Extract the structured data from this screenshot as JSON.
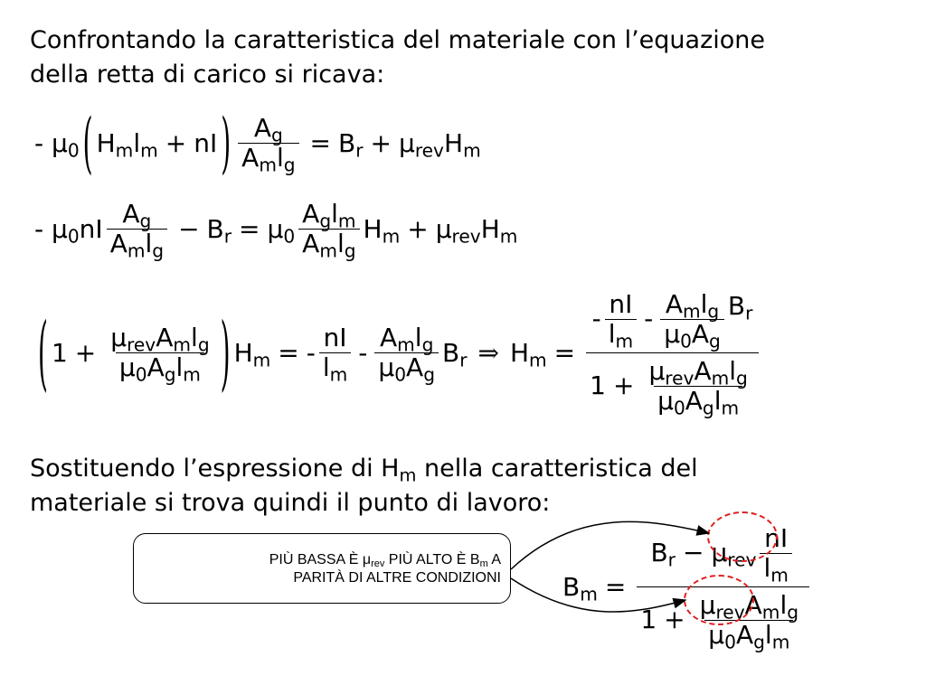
{
  "intro": {
    "line1": "Confrontando la caratteristica del materiale con l’equazione",
    "line2": "della retta di carico si ricava:"
  },
  "symbols": {
    "mu0": "μ0",
    "mu_rev": "μrev",
    "nI": "nI",
    "Hm": "Hm",
    "lm": "lm",
    "Ag": "Ag",
    "Am": "Am",
    "lg": "lg",
    "Br": "Br",
    "Bm": "Bm",
    "one": "1",
    "minus": "-",
    "implies": "⇒"
  },
  "middle_text": {
    "line1_prefix": "Sostituendo l’espressione di H",
    "line1_sub": "m",
    "line1_suffix": " nella caratteristica del",
    "line2": "materiale si trova quindi il punto di lavoro:"
  },
  "note": {
    "line1_a": "PIÙ BASSA È μ",
    "line1_sub_a": "rev",
    "line1_b": " PIÙ ALTO È B",
    "line1_sub_b": "m",
    "line1_c": " A",
    "line2": "PARITÀ DI ALTRE CONDIZIONI"
  },
  "colors": {
    "highlight": "#e02020"
  }
}
